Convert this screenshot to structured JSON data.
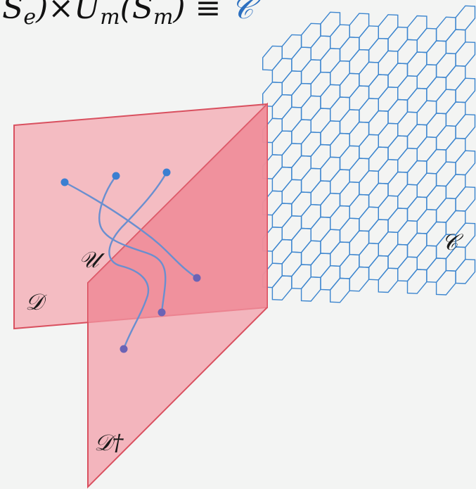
{
  "equation": {
    "left_text": "(S",
    "sub_e": "e",
    "times_text": ")×U",
    "sub_m": "m",
    "arg_text": "(S",
    "sub_m2": "m",
    "close_equiv": ") ≡ ",
    "rhs": "𝒞"
  },
  "labels": {
    "C": "𝒞",
    "U": "𝒰",
    "D": "𝒟",
    "D_dagger": "𝒟†"
  },
  "colors": {
    "plane_fill": "#f4a9b1",
    "plane_edge": "#d9505f",
    "lattice": "#3d86cf",
    "strand": "#6a8fcf",
    "equation_rhs": "#2c6fbf"
  }
}
